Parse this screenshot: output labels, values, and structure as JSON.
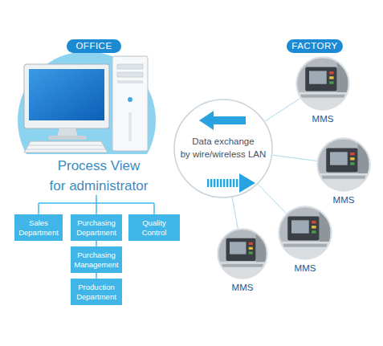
{
  "diagram": {
    "nodes": [
      {
        "text": [
          "OFFICE"
        ]
      },
      {
        "text": [
          "Sales Department"
        ]
      },
      {
        "text": [
          "Purchasing Department"
        ]
      },
      {
        "text": [
          "Quality Control"
        ]
      },
      {
        "text": [
          "Purchasing Management"
        ]
      },
      {
        "text": [
          "Production Department"
        ]
      },
      {
        "text": [
          "FACTORY"
        ]
      },
      {
        "text": [
          "Data exchange by wire/wireless LAN"
        ]
      },
      {
        "text": [
          "MMS"
        ]
      },
      {
        "text": [
          "MMS"
        ]
      },
      {
        "text": [
          "MMS"
        ]
      },
      {
        "text": [
          "MMS"
        ]
      }
    ],
    "edges": [
      {
        "from": 2,
        "to": 4,
        "arrow": "none"
      },
      {
        "from": 4,
        "to": 5,
        "arrow": "none"
      },
      {
        "from": 7,
        "to": 8,
        "arrow": "none"
      },
      {
        "from": 7,
        "to": 9,
        "arrow": "none"
      },
      {
        "from": 7,
        "to": 10,
        "arrow": "none"
      },
      {
        "from": 7,
        "to": 11,
        "arrow": "none"
      }
    ],
    "labels": [
      "Process View for administrator"
    ]
  }
}
